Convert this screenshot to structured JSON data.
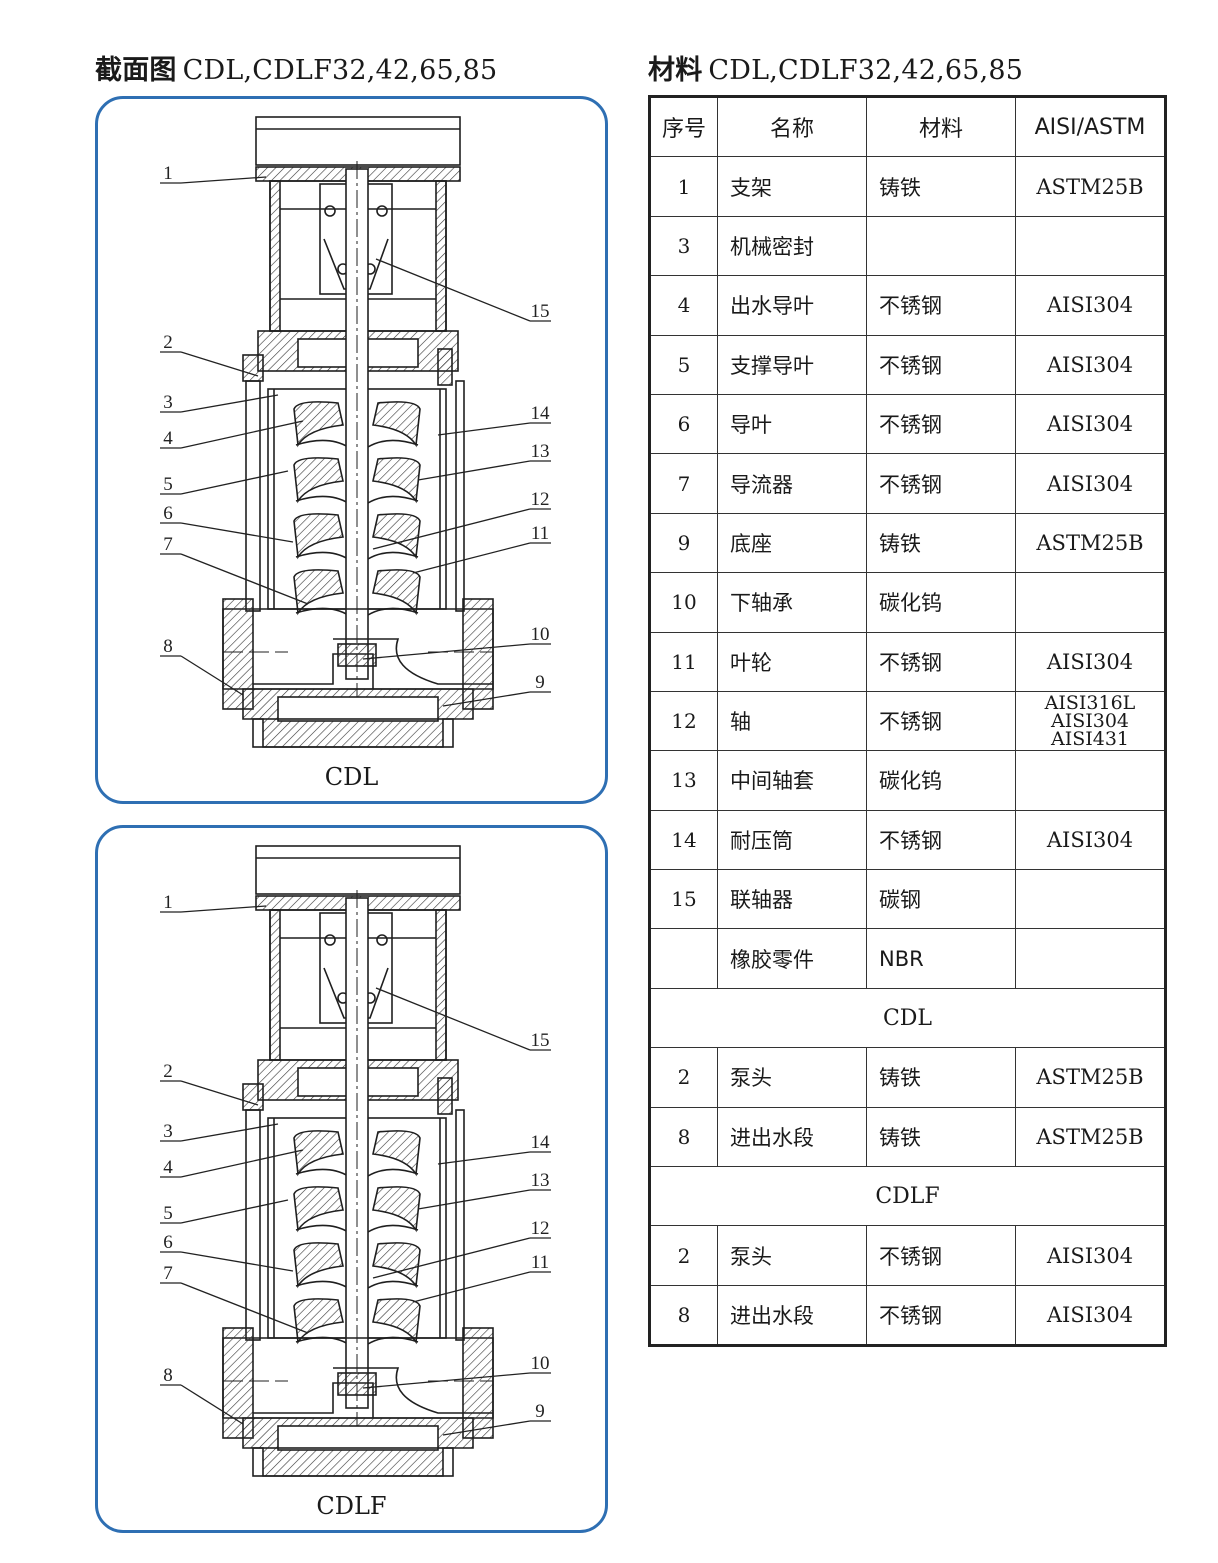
{
  "left_heading": {
    "bold": "截面图",
    "models": "CDL,CDLF32,42,65,85"
  },
  "right_heading": {
    "bold": "材料",
    "models": "CDL,CDLF32,42,65,85"
  },
  "diagrams": [
    {
      "caption": "CDL"
    },
    {
      "caption": "CDLF"
    }
  ],
  "part_labels": [
    "1",
    "2",
    "3",
    "4",
    "5",
    "6",
    "7",
    "8",
    "9",
    "10",
    "11",
    "12",
    "13",
    "14",
    "15"
  ],
  "table": {
    "headers": [
      "序号",
      "名称",
      "材料",
      "AISI/ASTM"
    ],
    "rows": [
      {
        "no": "1",
        "name": "支架",
        "material": "铸铁",
        "standard": "ASTM25B"
      },
      {
        "no": "3",
        "name": "机械密封",
        "material": "",
        "standard": ""
      },
      {
        "no": "4",
        "name": "出水导叶",
        "material": "不锈钢",
        "standard": "AISI304"
      },
      {
        "no": "5",
        "name": "支撑导叶",
        "material": "不锈钢",
        "standard": "AISI304"
      },
      {
        "no": "6",
        "name": "导叶",
        "material": "不锈钢",
        "standard": "AISI304"
      },
      {
        "no": "7",
        "name": "导流器",
        "material": "不锈钢",
        "standard": "AISI304"
      },
      {
        "no": "9",
        "name": "底座",
        "material": "铸铁",
        "standard": "ASTM25B"
      },
      {
        "no": "10",
        "name": "下轴承",
        "material": "碳化钨",
        "standard": ""
      },
      {
        "no": "11",
        "name": "叶轮",
        "material": "不锈钢",
        "standard": "AISI304"
      },
      {
        "no": "12",
        "name": "轴",
        "material": "不锈钢",
        "standard": [
          "AISI316L",
          "AISI304",
          "AISI431"
        ]
      },
      {
        "no": "13",
        "name": "中间轴套",
        "material": "碳化钨",
        "standard": ""
      },
      {
        "no": "14",
        "name": "耐压筒",
        "material": "不锈钢",
        "standard": "AISI304"
      },
      {
        "no": "15",
        "name": "联轴器",
        "material": "碳钢",
        "standard": ""
      },
      {
        "no": "",
        "name": "橡胶零件",
        "material": "NBR",
        "standard": ""
      }
    ],
    "groups": [
      {
        "title": "CDL",
        "rows": [
          {
            "no": "2",
            "name": "泵头",
            "material": "铸铁",
            "standard": "ASTM25B"
          },
          {
            "no": "8",
            "name": "进出水段",
            "material": "铸铁",
            "standard": "ASTM25B"
          }
        ]
      },
      {
        "title": "CDLF",
        "rows": [
          {
            "no": "2",
            "name": "泵头",
            "material": "不锈钢",
            "standard": "AISI304"
          },
          {
            "no": "8",
            "name": "进出水段",
            "material": "不锈钢",
            "standard": "AISI304"
          }
        ]
      }
    ]
  }
}
